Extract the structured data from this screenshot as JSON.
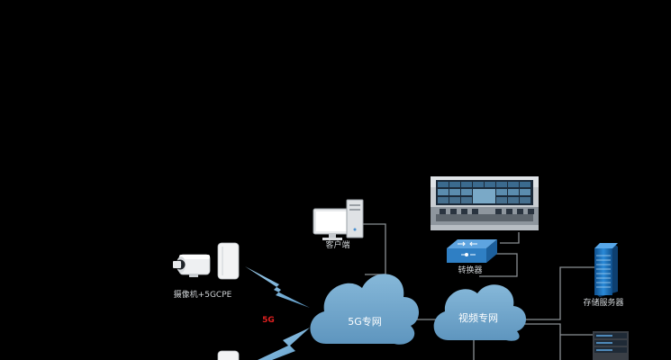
{
  "nodes": {
    "client": {
      "label": "客户端"
    },
    "camera_cpe": {
      "label": "摄像机+5GCPE"
    },
    "switch": {
      "label": "转换器"
    },
    "storage_server": {
      "label": "存储服务器"
    }
  },
  "clouds": {
    "net_5g": {
      "label": "5G专网"
    },
    "video_net": {
      "label": "视频专网"
    }
  },
  "link_labels": {
    "wireless_5g": "5G"
  },
  "colors": {
    "cloud_fill": "#6fa6cc",
    "cloud_dark": "#4f86ad",
    "bolt": "#7eb4dc",
    "server": "#1e74c0",
    "switch": "#2f7fc4",
    "red_label": "#e02020"
  }
}
